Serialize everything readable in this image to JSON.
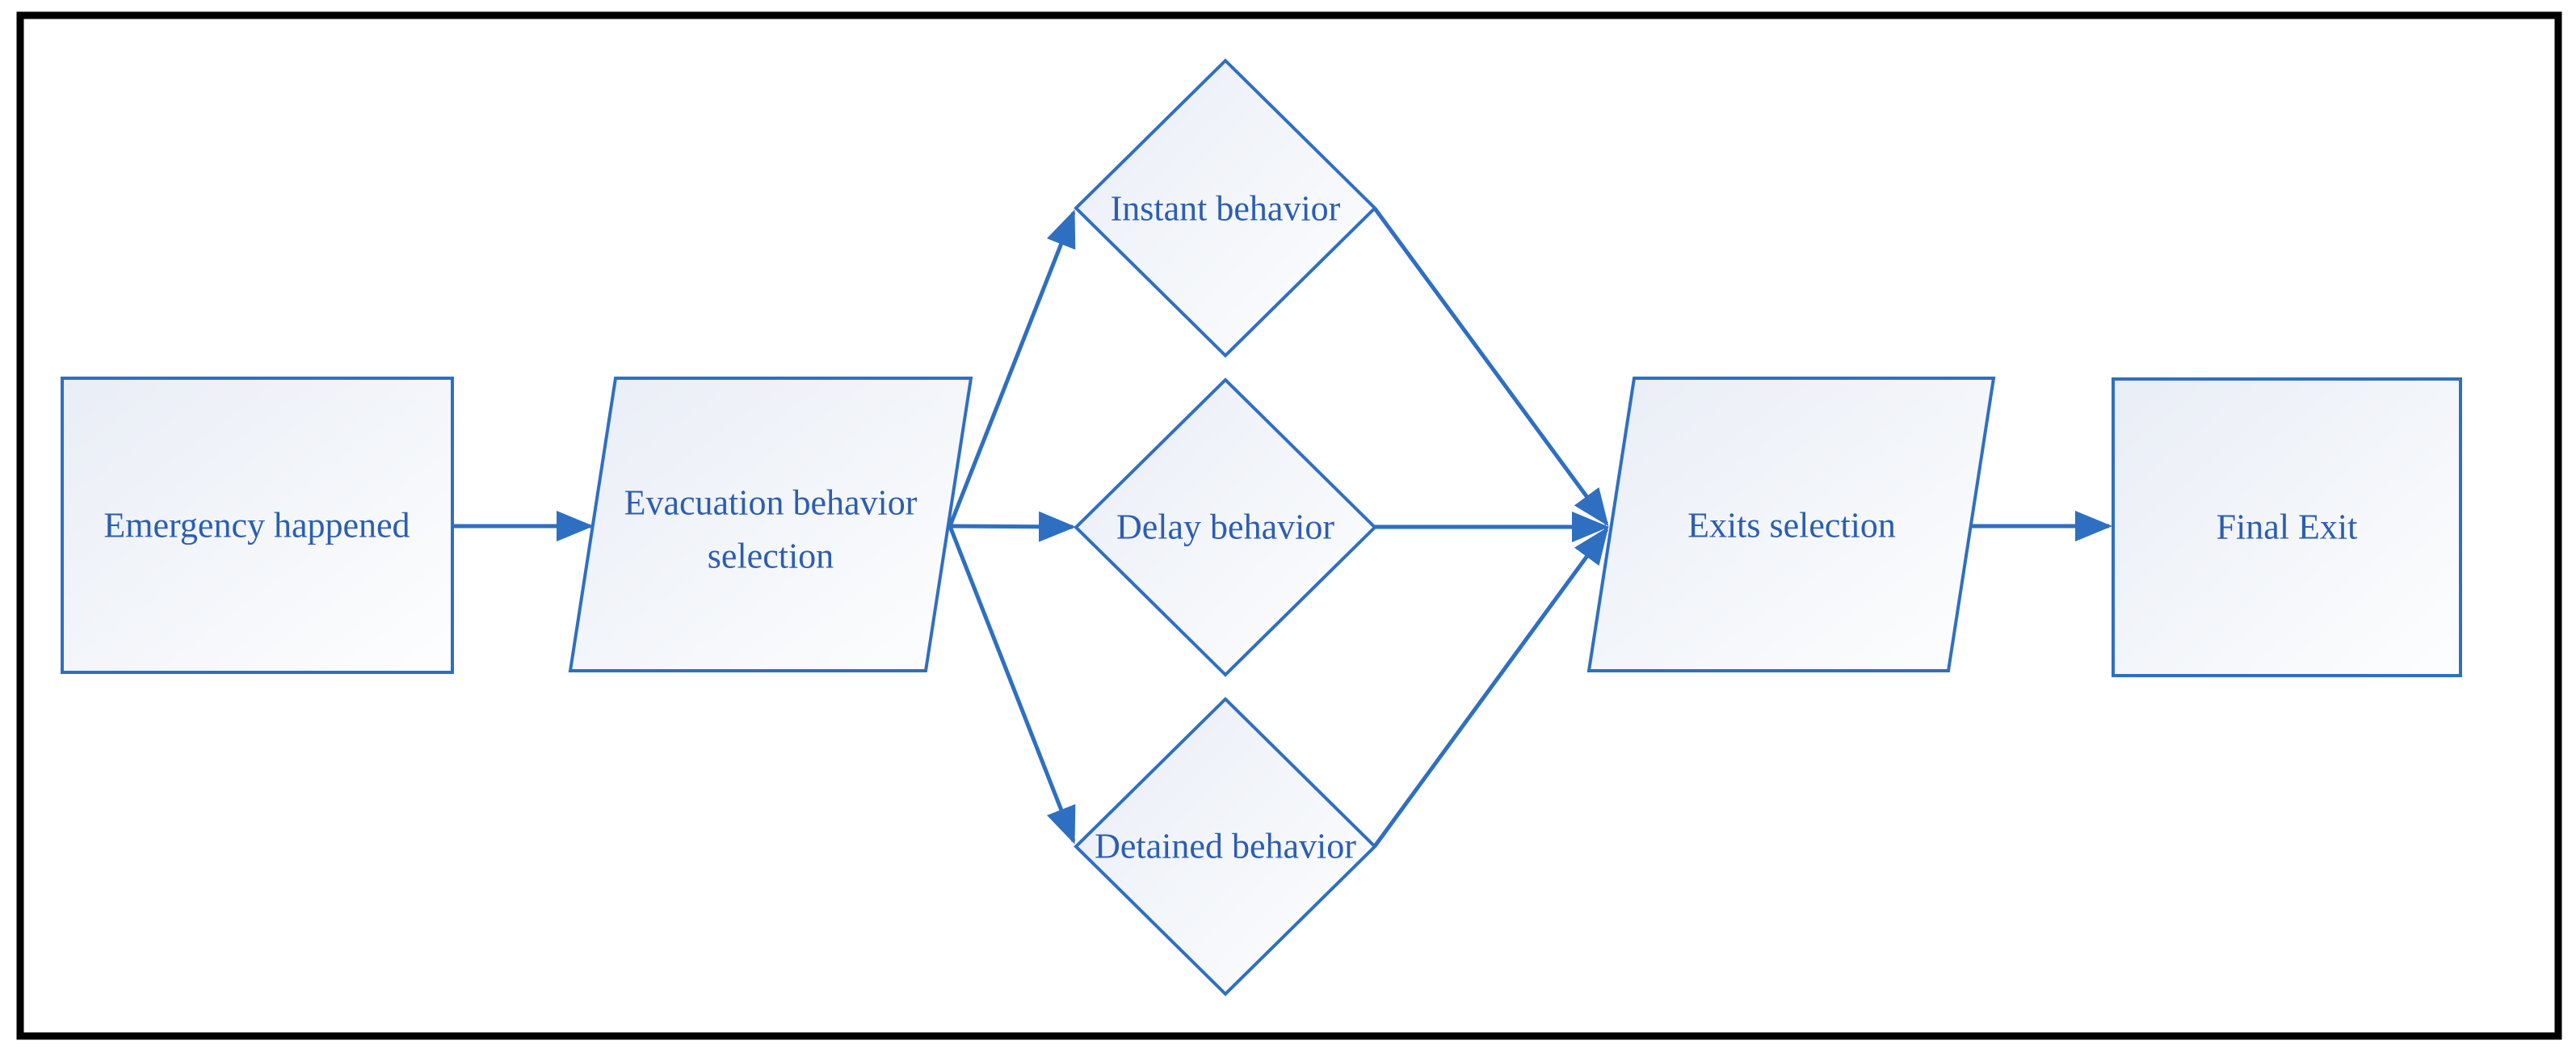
{
  "figure": {
    "type": "flowchart",
    "nodes": [
      {
        "id": "emergency",
        "shape": "rectangle",
        "label": "Emergency happened"
      },
      {
        "id": "evacuation",
        "shape": "parallelogram",
        "label": "Evacuation behavior selection",
        "lines": [
          "Evacuation behavior",
          "selection"
        ]
      },
      {
        "id": "instant",
        "shape": "diamond",
        "label": "Instant behavior"
      },
      {
        "id": "delay",
        "shape": "diamond",
        "label": "Delay behavior"
      },
      {
        "id": "detained",
        "shape": "diamond",
        "label": "Detained behavior"
      },
      {
        "id": "exits",
        "shape": "parallelogram",
        "label": "Exits selection"
      },
      {
        "id": "final",
        "shape": "rectangle",
        "label": "Final Exit"
      }
    ],
    "edges": [
      {
        "from": "emergency",
        "to": "evacuation"
      },
      {
        "from": "evacuation",
        "to": "instant"
      },
      {
        "from": "evacuation",
        "to": "delay"
      },
      {
        "from": "evacuation",
        "to": "detained"
      },
      {
        "from": "instant",
        "to": "exits"
      },
      {
        "from": "delay",
        "to": "exits"
      },
      {
        "from": "detained",
        "to": "exits"
      },
      {
        "from": "exits",
        "to": "final"
      }
    ],
    "colors": {
      "stroke": "#2e6fc2",
      "text": "#2b5eb2",
      "fill_start": "#e9edf6",
      "fill_end": "#fdfefe",
      "frame": "#000000",
      "background": "#ffffff"
    }
  }
}
